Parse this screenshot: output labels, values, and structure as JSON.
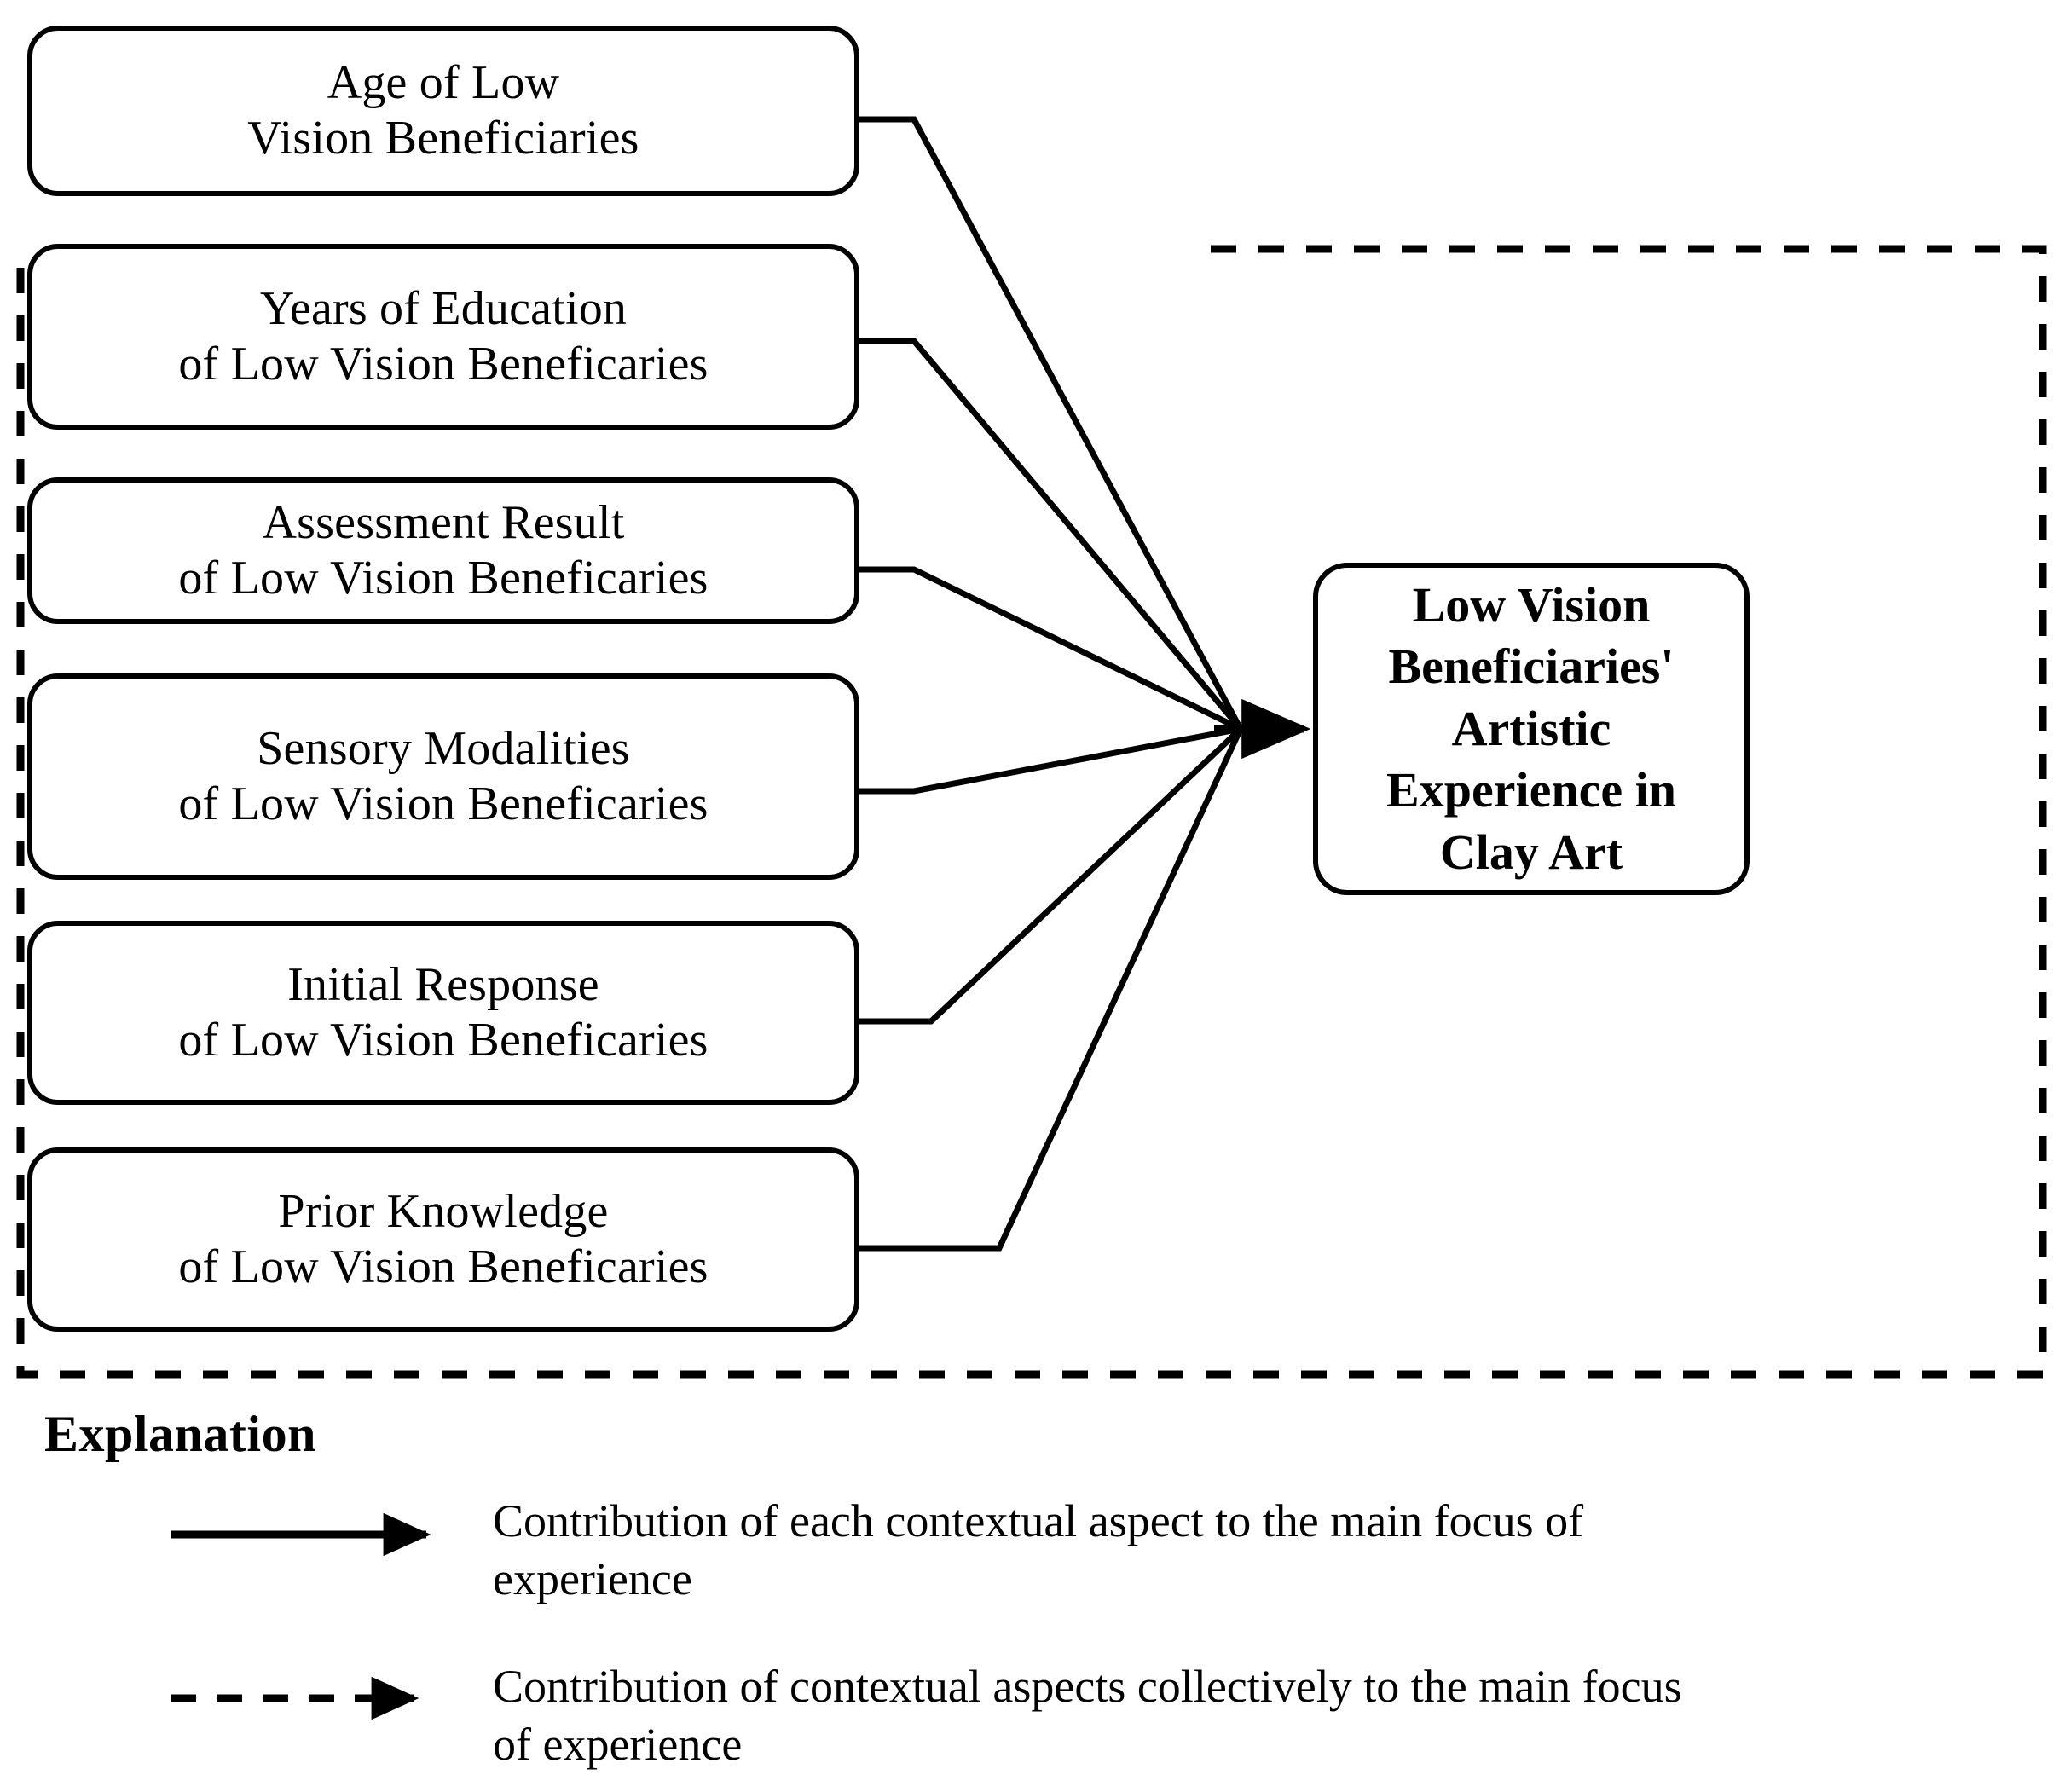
{
  "diagram": {
    "title_implied": "Conceptual framework of contextual aspects contributing to low vision beneficiaries' artistic experience in clay art",
    "context_boxes": [
      {
        "id": "age",
        "label": "Age of Low\nVision Beneficiaries"
      },
      {
        "id": "years-of-education",
        "label": "Years of Education\nof Low Vision Beneficaries"
      },
      {
        "id": "assessment-result",
        "label": "Assessment Result\nof Low Vision Beneficaries"
      },
      {
        "id": "sensory-modalities",
        "label": "Sensory Modalities\nof Low Vision Beneficaries"
      },
      {
        "id": "initial-response",
        "label": "Initial Response\nof Low Vision Beneficaries"
      },
      {
        "id": "prior-knowledge",
        "label": "Prior Knowledge\nof Low Vision Beneficaries"
      }
    ],
    "main_focus": {
      "label": "Low Vision\nBeneficiaries' Artistic\nExperience in Clay Art"
    }
  },
  "explanation": {
    "heading": "Explanation",
    "items": [
      {
        "marker": "solid-arrow",
        "text": "Contribution of each contextual aspect to the main focus of\nexperience"
      },
      {
        "marker": "dashed-arrow",
        "text": "Contribution of contextual aspects collectively to the main focus\nof experience"
      }
    ]
  },
  "colors": {
    "stroke": "#000000",
    "background": "#ffffff",
    "text": "#000000"
  }
}
